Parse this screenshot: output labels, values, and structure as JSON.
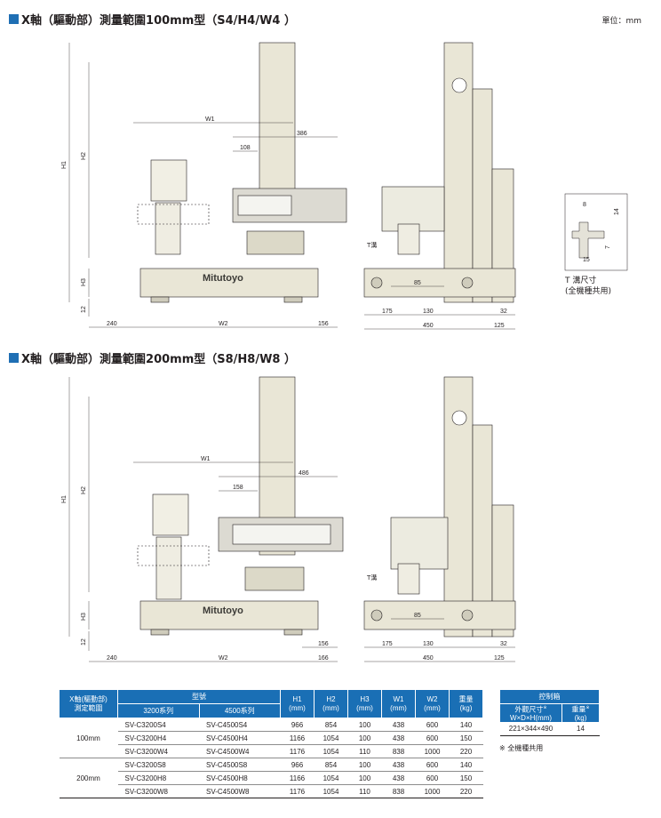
{
  "unit_note": "單位：mm",
  "section1": {
    "title": "X軸（驅動部）測量範圍100mm型（S4/H4/W4 ）",
    "dims": {
      "w1": "W1",
      "w2": "W2",
      "h1": "H1",
      "h2": "H2",
      "h3": "H3",
      "d386": "386",
      "d108": "108",
      "d240": "240",
      "d156": "156",
      "d12": "12",
      "d85": "85",
      "d175": "175",
      "d130": "130",
      "d32": "32",
      "d450": "450",
      "d125": "125"
    },
    "t_slot_label": "T溝",
    "brand": "Mitutoyo"
  },
  "section2": {
    "title": "X軸（驅動部）測量範圍200mm型（S8/H8/W8 ）",
    "dims": {
      "w1": "W1",
      "w2": "W2",
      "h1": "H1",
      "h2": "H2",
      "h3": "H3",
      "d486": "486",
      "d158": "158",
      "d240": "240",
      "d156": "156",
      "d166": "166",
      "d12": "12",
      "d85": "85",
      "d175": "175",
      "d130": "130",
      "d32": "32",
      "d450": "450",
      "d125": "125"
    },
    "t_slot_label": "T溝",
    "brand": "Mitutoyo"
  },
  "tslot_detail": {
    "dims": {
      "d8": "8",
      "d14": "14",
      "d7": "7",
      "d15": "15"
    },
    "caption_line1": "T 溝尺寸",
    "caption_line2": "(全機種共用)"
  },
  "spec_table": {
    "head_range": "X軸(驅動部)\n測定範圍",
    "head_model": "型號",
    "head_3200": "3200系列",
    "head_4500": "4500系列",
    "head_h1": "H1",
    "head_h2": "H2",
    "head_h3": "H3",
    "head_w1": "W1",
    "head_w2": "W2",
    "head_weight": "重量",
    "unit_mm": "(mm)",
    "unit_kg": "(kg)",
    "groups": [
      {
        "range": "100mm",
        "rows": [
          {
            "m3200": "SV-C3200S4",
            "m4500": "SV-C4500S4",
            "h1": "966",
            "h2": "854",
            "h3": "100",
            "w1": "438",
            "w2": "600",
            "weight": "140"
          },
          {
            "m3200": "SV-C3200H4",
            "m4500": "SV-C4500H4",
            "h1": "1166",
            "h2": "1054",
            "h3": "100",
            "w1": "438",
            "w2": "600",
            "weight": "150"
          },
          {
            "m3200": "SV-C3200W4",
            "m4500": "SV-C4500W4",
            "h1": "1176",
            "h2": "1054",
            "h3": "110",
            "w1": "838",
            "w2": "1000",
            "weight": "220"
          }
        ]
      },
      {
        "range": "200mm",
        "rows": [
          {
            "m3200": "SV-C3200S8",
            "m4500": "SV-C4500S8",
            "h1": "966",
            "h2": "854",
            "h3": "100",
            "w1": "438",
            "w2": "600",
            "weight": "140"
          },
          {
            "m3200": "SV-C3200H8",
            "m4500": "SV-C4500H8",
            "h1": "1166",
            "h2": "1054",
            "h3": "100",
            "w1": "438",
            "w2": "600",
            "weight": "150"
          },
          {
            "m3200": "SV-C3200W8",
            "m4500": "SV-C4500W8",
            "h1": "1176",
            "h2": "1054",
            "h3": "110",
            "w1": "838",
            "w2": "1000",
            "weight": "220"
          }
        ]
      }
    ]
  },
  "control_box": {
    "title": "控制箱",
    "head_size": "外觀尺寸",
    "head_size_sub": "W×D×H(mm)",
    "head_weight": "重量",
    "head_weight_sub": "(kg)",
    "mark": "※",
    "size": "221×344×490",
    "weight": "14",
    "note": "※ 全機種共用"
  },
  "colors": {
    "accent": "#1f6fb4",
    "table_header": "#1a6fb5",
    "machine_body": "#e9e6d6",
    "outline": "#231f20"
  }
}
